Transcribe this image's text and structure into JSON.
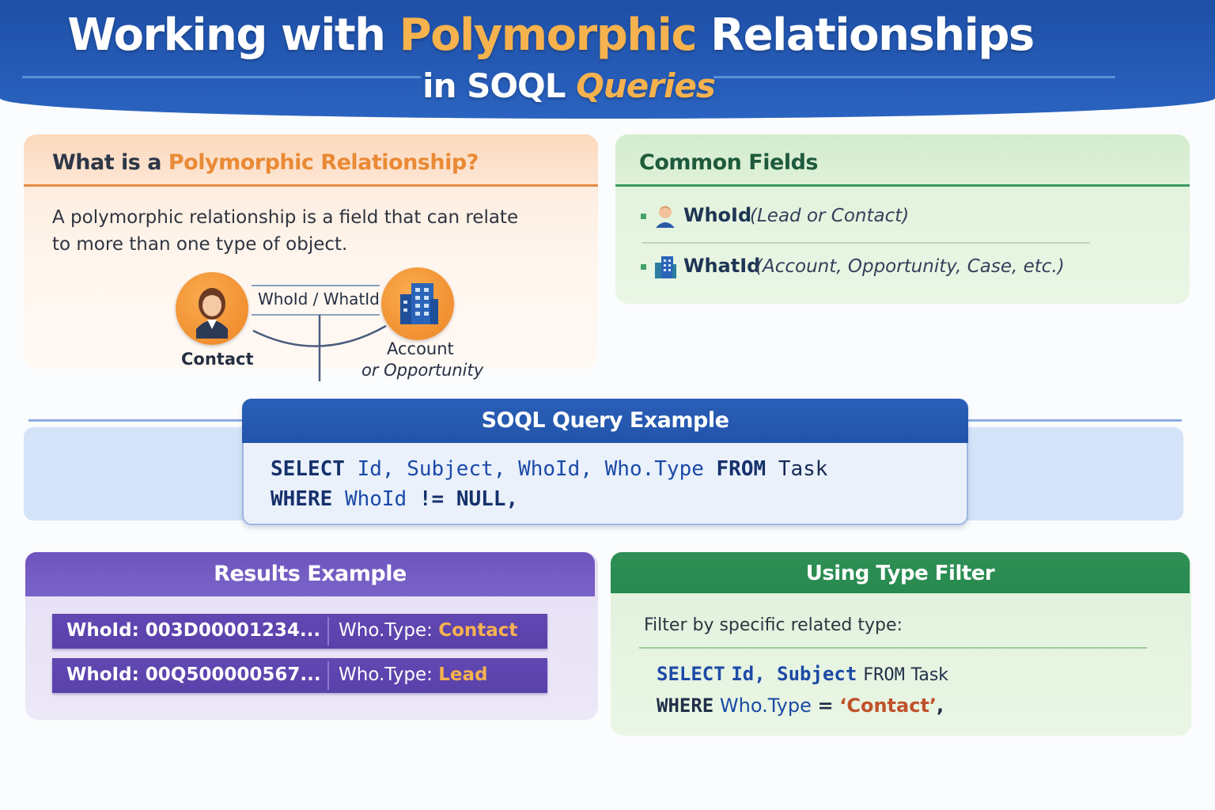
{
  "header": {
    "title_pre": "Working with",
    "title_accent": "Polymorphic",
    "title_post": "Relationships",
    "subtitle_pre": "in SOQL",
    "subtitle_accent": "Queries"
  },
  "what_is": {
    "heading_pre": "What is a",
    "heading_accent": "Polymorphic Relationship?",
    "description_line1": "A polymorphic relationship is a field that can relate",
    "description_line2": "to more than one type of object.",
    "diagram": {
      "link_label": "WhoId / WhatId",
      "left_label": "Contact",
      "right_label_line1": "Account",
      "right_label_line2": "or Opportunity",
      "left_icon": "person-icon",
      "right_icon": "building-icon"
    }
  },
  "common_fields": {
    "heading": "Common Fields",
    "items": [
      {
        "name": "WhoId",
        "types": "(Lead or Contact)",
        "icon": "person-icon"
      },
      {
        "name": "WhatId",
        "types": "(Account, Opportunity, Case, etc.)",
        "icon": "building-icon"
      }
    ]
  },
  "soql_example": {
    "heading": "SOQL Query Example",
    "line1": {
      "kw1": "SELECT",
      "fields": "Id, Subject, WhoId, Who.Type",
      "kw2": "FROM",
      "obj": "Task"
    },
    "line2": {
      "kw1": "WHERE",
      "field": "WhoId",
      "op": "!= NULL,"
    }
  },
  "results": {
    "heading": "Results Example",
    "type_prefix": "Who.Type:",
    "rows": [
      {
        "whoid": "WhoId: 003D00001234...",
        "type": "Contact"
      },
      {
        "whoid": "WhoId: 00Q500000567...",
        "type": "Lead"
      }
    ]
  },
  "type_filter": {
    "heading": "Using Type Filter",
    "description": "Filter by specific related type:",
    "line1": {
      "kw1": "SELECT",
      "fields": "Id, Subject",
      "kw2": "FROM",
      "obj": "Task"
    },
    "line2": {
      "kw1": "WHERE",
      "field": "Who.Type",
      "op": "=",
      "value": "‘Contact’",
      "end": ","
    }
  },
  "colors": {
    "header_blue": "#2a63c0",
    "accent_orange": "#f6b24e",
    "green": "#2f8f55",
    "purple": "#6d55bd"
  }
}
